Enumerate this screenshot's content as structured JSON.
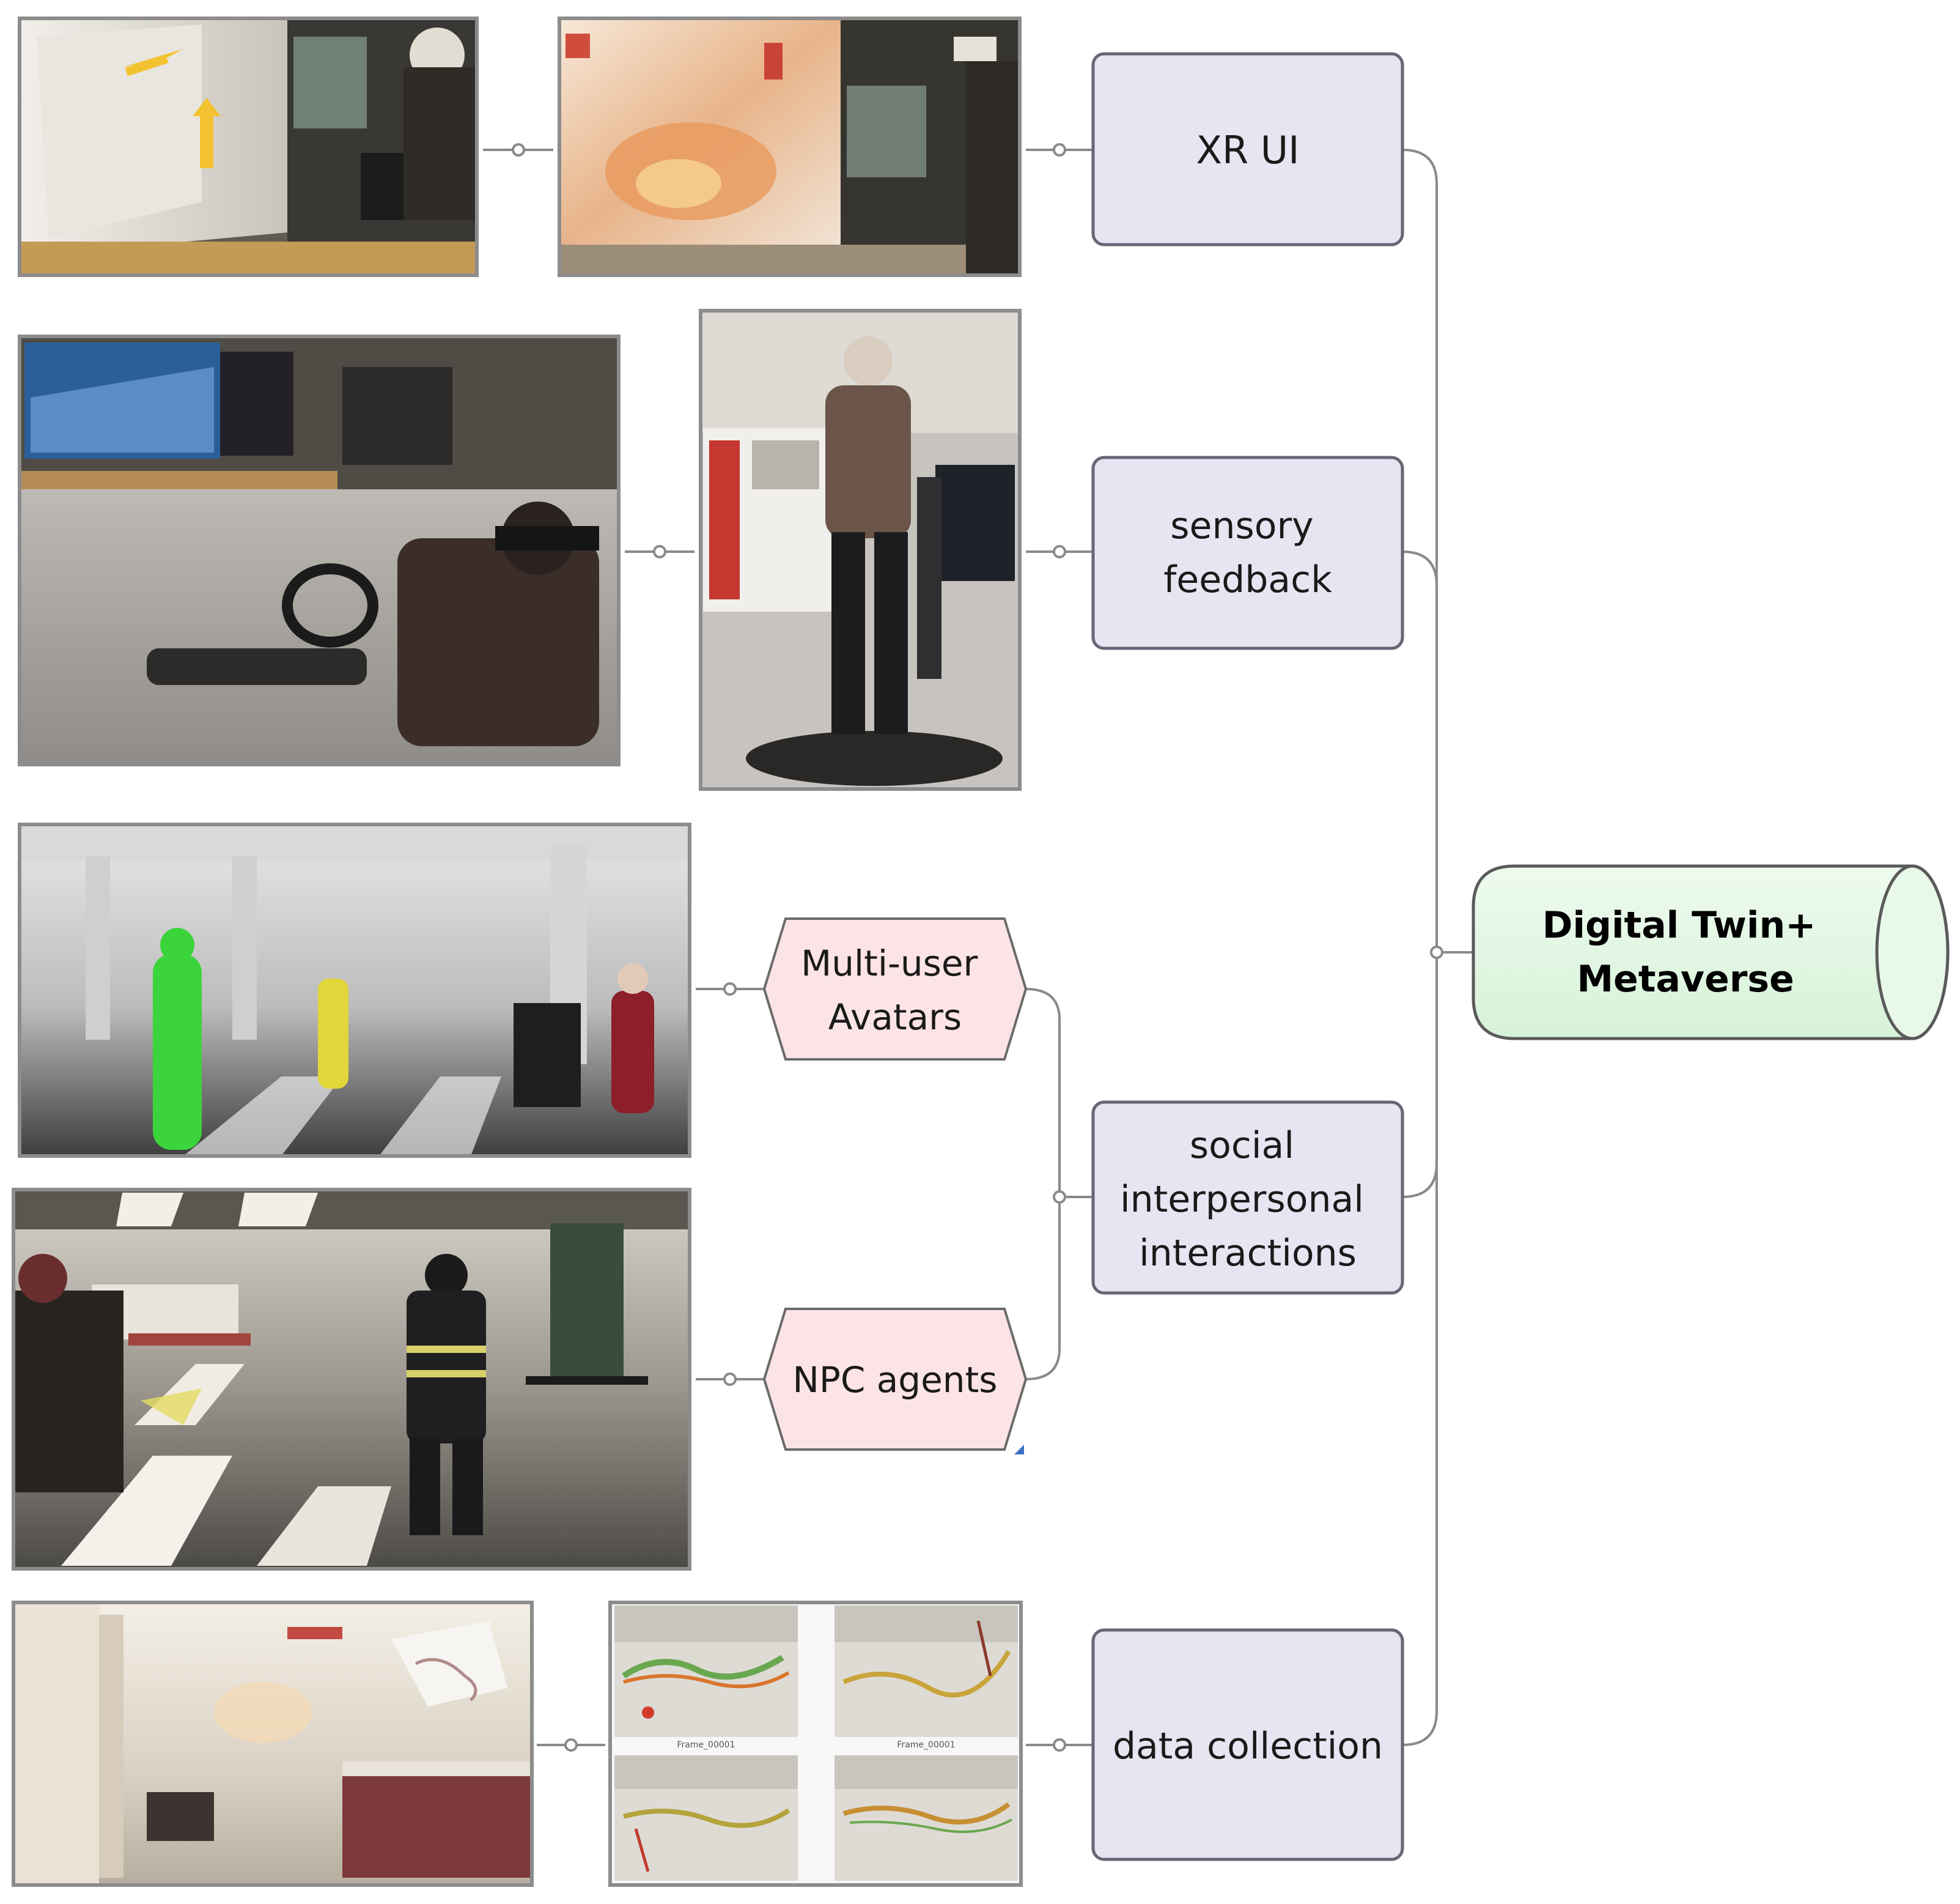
{
  "colors": {
    "box_fill": "#e6e6f2",
    "box_stroke": "#666677",
    "hex_fill": "#fce4e6",
    "hex_stroke": "#6b6b6b",
    "hub_fill": "#e3f7e4",
    "hub_stroke": "#5a5a5a",
    "connector": "#8a8a8a"
  },
  "hub": {
    "lines": [
      "Digital Twin+",
      "Metaverse"
    ]
  },
  "categories": [
    {
      "id": "xr-ui",
      "lines": [
        "XR UI"
      ]
    },
    {
      "id": "sensory-feedback",
      "lines": [
        "sensory",
        "feedback"
      ]
    },
    {
      "id": "social-interactions",
      "lines": [
        "social",
        "interpersonal",
        "interactions"
      ]
    },
    {
      "id": "data-collection",
      "lines": [
        "data collection"
      ]
    }
  ],
  "subcategories": [
    {
      "id": "multi-user-avatars",
      "lines": [
        "Multi-user",
        "Avatars"
      ]
    },
    {
      "id": "npc-agents",
      "lines": [
        "NPC agents"
      ]
    }
  ],
  "photos": [
    {
      "id": "xr-ui-photo-1",
      "subject": "headset-arrows-scene"
    },
    {
      "id": "xr-ui-photo-2",
      "subject": "headset-fire-scene"
    },
    {
      "id": "sensory-photo-1",
      "subject": "driving-simulator"
    },
    {
      "id": "sensory-photo-2",
      "subject": "treadmill-vr"
    },
    {
      "id": "avatars-photo",
      "subject": "virtual-atrium-avatars"
    },
    {
      "id": "npc-photo",
      "subject": "virtual-firefighter"
    },
    {
      "id": "data-photo-1",
      "subject": "virtual-corridor"
    },
    {
      "id": "data-photo-2",
      "subject": "trajectory-heatmaps",
      "captions": [
        "Frame_00001",
        "Frame_00001"
      ]
    }
  ]
}
